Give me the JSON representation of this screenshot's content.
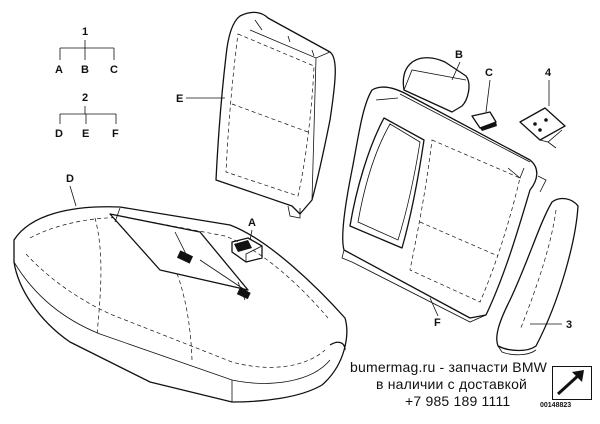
{
  "legend": {
    "group1": {
      "number": "1",
      "items": [
        "A",
        "B",
        "C"
      ]
    },
    "group2": {
      "number": "2",
      "items": [
        "D",
        "E",
        "F"
      ]
    }
  },
  "callouts": {
    "A": "A",
    "B": "B",
    "C": "C",
    "D": "D",
    "E": "E",
    "F": "F",
    "n3": "3",
    "n4": "4"
  },
  "watermark": {
    "line1": "bumermag.ru - запчасти BMW",
    "line2": "в наличии с доставкой",
    "line3": "+7 985 189 1111"
  },
  "reference_number": "00148823"
}
